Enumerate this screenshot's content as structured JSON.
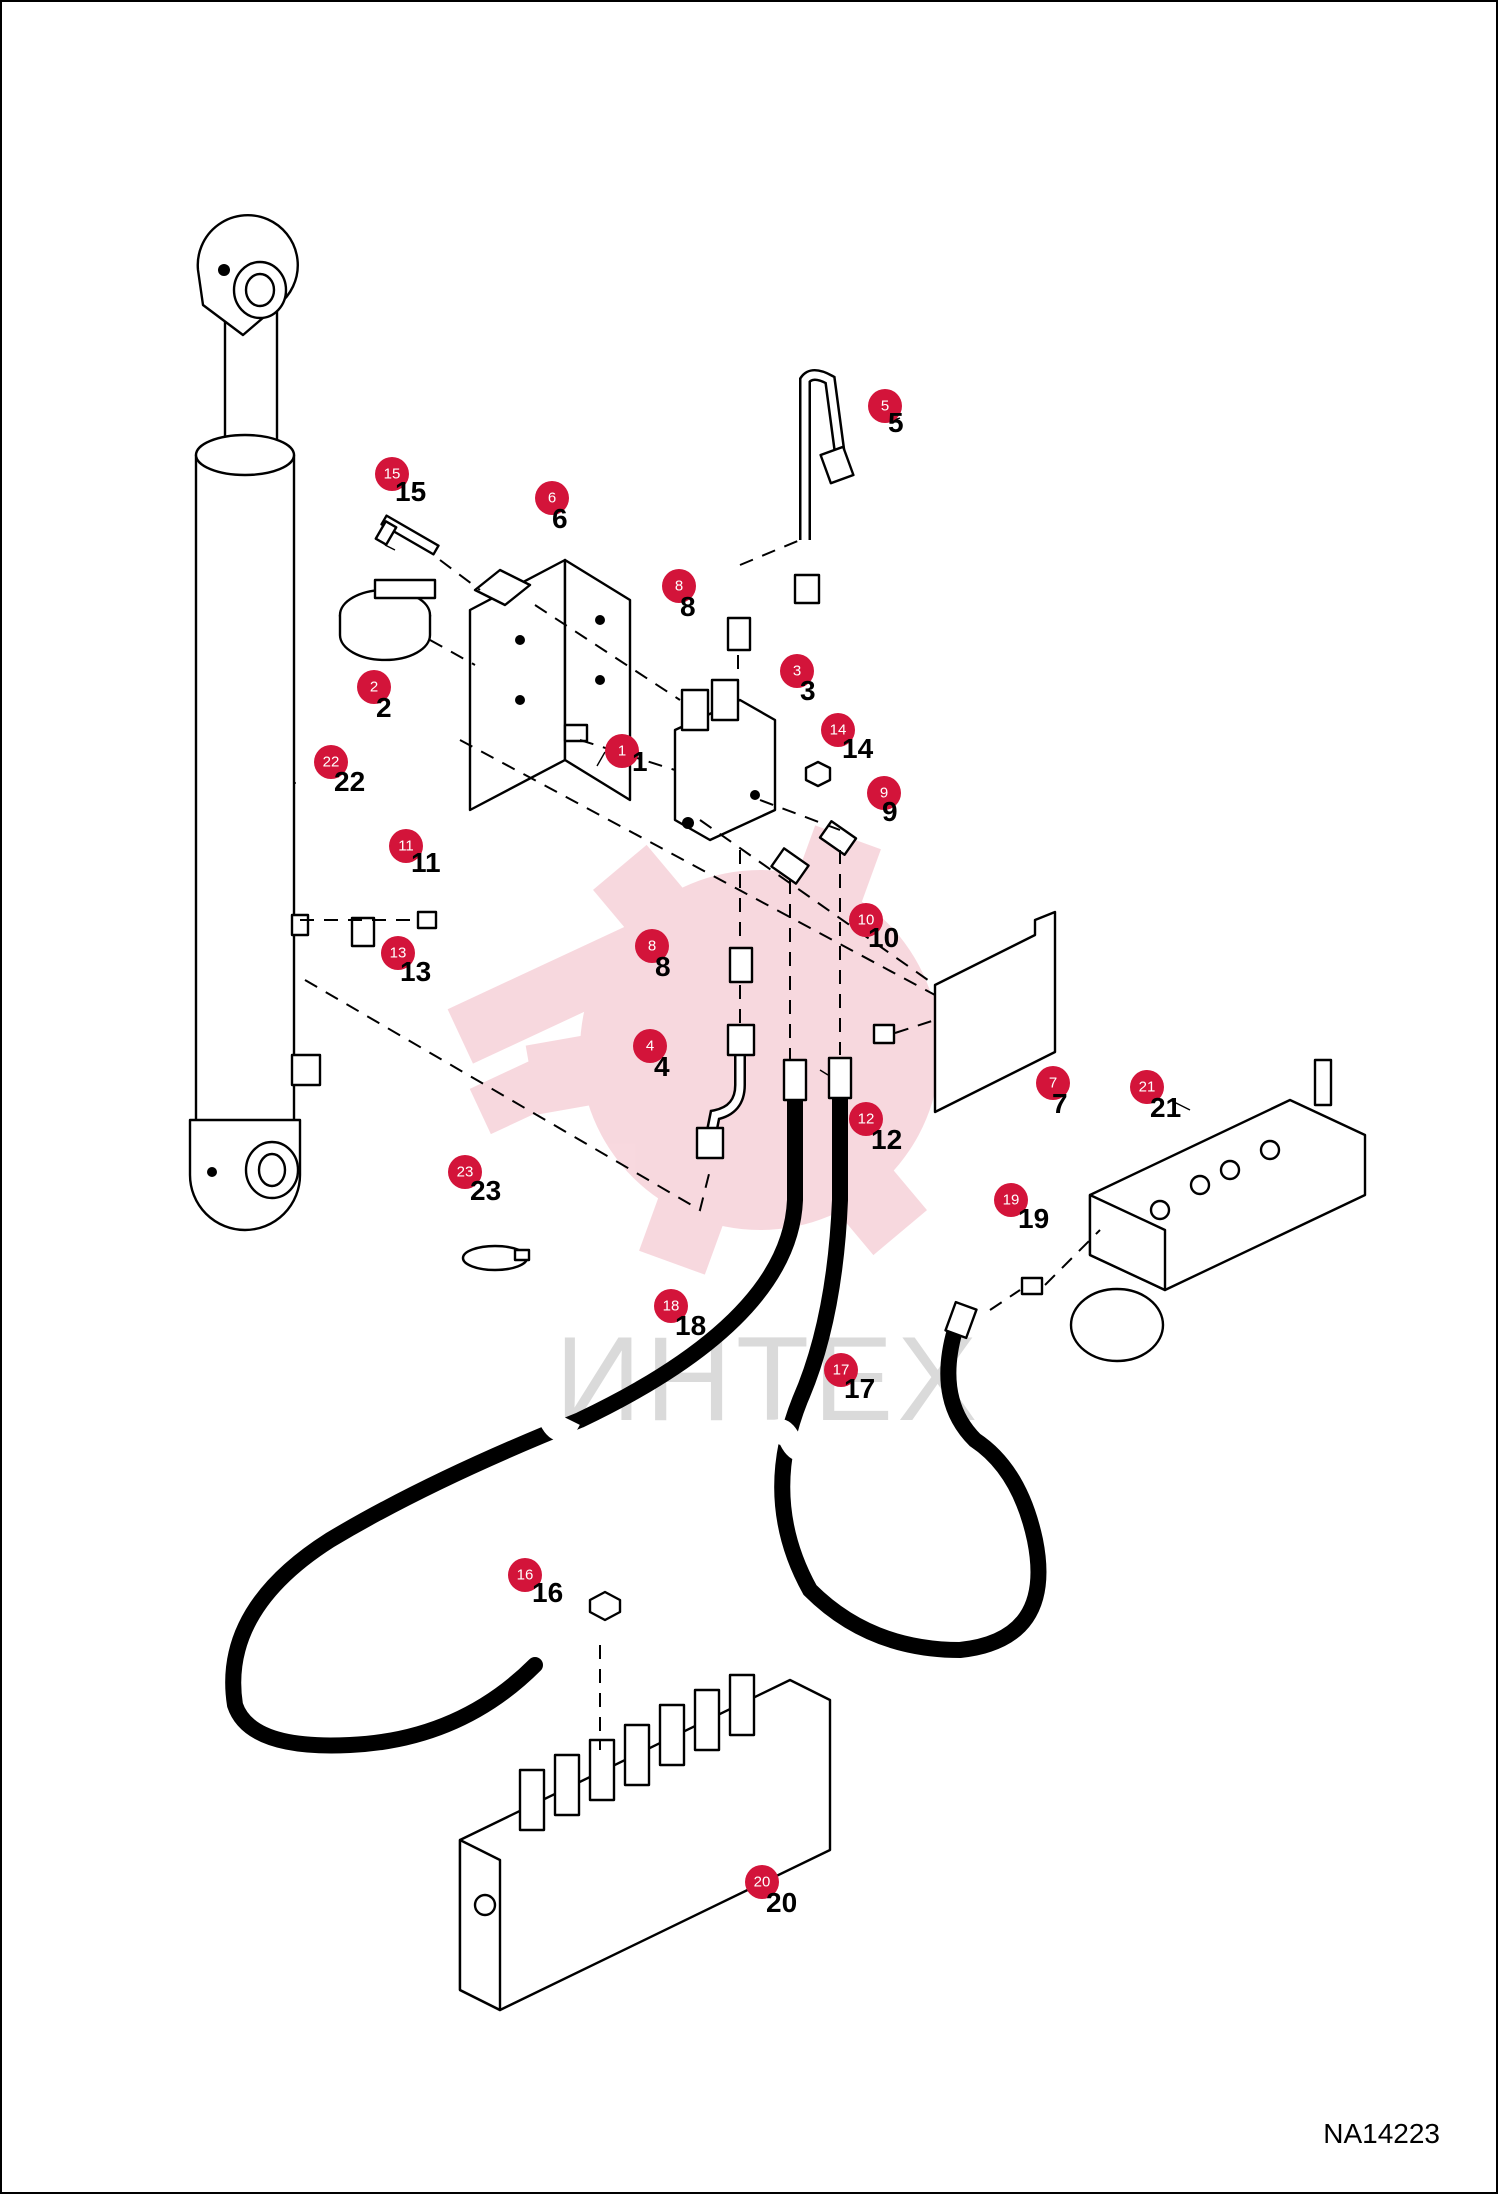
{
  "diagram": {
    "reference_code": "NA14223",
    "watermark_text": "ИНТЕХ",
    "accent_color": "#d3143a",
    "callouts": [
      {
        "number": "1",
        "label": "1"
      },
      {
        "number": "2",
        "label": "2"
      },
      {
        "number": "3",
        "label": "3"
      },
      {
        "number": "4",
        "label": "4"
      },
      {
        "number": "5",
        "label": "5"
      },
      {
        "number": "6",
        "label": "6"
      },
      {
        "number": "7",
        "label": "7"
      },
      {
        "number": "8",
        "label": "8"
      },
      {
        "number": "8",
        "label": "8"
      },
      {
        "number": "9",
        "label": "9"
      },
      {
        "number": "10",
        "label": "10"
      },
      {
        "number": "11",
        "label": "11"
      },
      {
        "number": "12",
        "label": "12"
      },
      {
        "number": "13",
        "label": "13"
      },
      {
        "number": "14",
        "label": "14"
      },
      {
        "number": "15",
        "label": "15"
      },
      {
        "number": "16",
        "label": "16"
      },
      {
        "number": "17",
        "label": "17"
      },
      {
        "number": "18",
        "label": "18"
      },
      {
        "number": "19",
        "label": "19"
      },
      {
        "number": "20",
        "label": "20"
      },
      {
        "number": "21",
        "label": "21"
      },
      {
        "number": "22",
        "label": "22"
      },
      {
        "number": "23",
        "label": "23"
      }
    ]
  }
}
